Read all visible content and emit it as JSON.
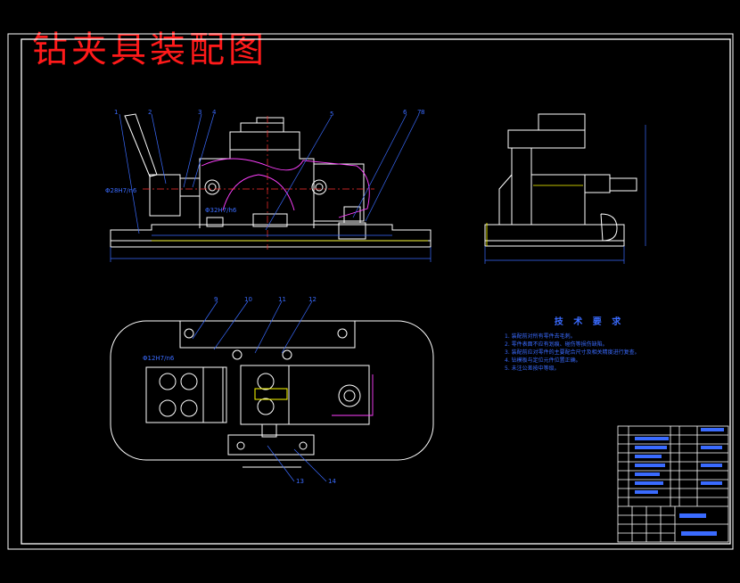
{
  "title": "钻夹具装配图",
  "tech_requirements": {
    "heading": "技 术 要 求",
    "items": [
      "1. 装配前对所有零件去毛刺。",
      "2. 零件表面不应有划痕、碰伤等损伤缺陷。",
      "3. 装配前应对零件的主要配合尺寸及相关精度进行复查。",
      "4. 钻模板与定位元件位置正确。",
      "5. 未注公差按中等级。"
    ]
  },
  "callouts": [
    "1",
    "2",
    "3",
    "4",
    "5",
    "6",
    "7",
    "8",
    "9",
    "10",
    "11",
    "12",
    "13",
    "14"
  ],
  "dims": {
    "front_a": "Φ28H7/n6",
    "front_b": "Φ32H7/h6",
    "top_a": "Φ12H7/n6"
  },
  "colors": {
    "outline": "#ffffff",
    "leader": "#3a6bff",
    "hidden": "#ff40ff",
    "center": "#ff3030",
    "accent": "#ffff00",
    "dim": "#3a6bff"
  }
}
